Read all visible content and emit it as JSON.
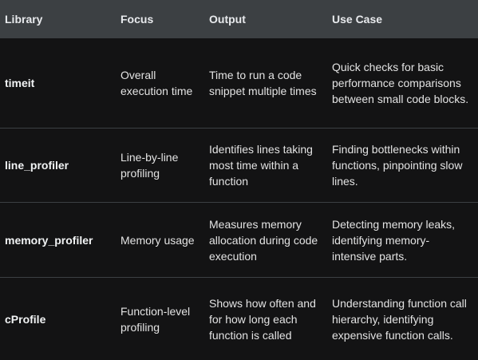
{
  "table": {
    "headers": [
      "Library",
      "Focus",
      "Output",
      "Use Case"
    ],
    "rows": [
      {
        "library": "timeit",
        "focus": "Overall execution time",
        "output": "Time to run a code snippet multiple times",
        "use_case": "Quick checks for basic performance comparisons between small code blocks."
      },
      {
        "library": "line_profiler",
        "focus": "Line-by-line profiling",
        "output": "Identifies lines taking most time within a function",
        "use_case": "Finding bottlenecks within functions, pinpointing slow lines."
      },
      {
        "library": "memory_profiler",
        "focus": "Memory usage",
        "output": "Measures memory allocation during code execution",
        "use_case": "Detecting memory leaks, identifying memory-intensive parts."
      },
      {
        "library": "cProfile",
        "focus": "Function-level profiling",
        "output": "Shows how often and for how long each function is called",
        "use_case": "Understanding function call hierarchy, identifying expensive function calls."
      }
    ]
  },
  "colors": {
    "background": "#131314",
    "header_background": "#3c4043",
    "text": "#e3e3e3"
  }
}
